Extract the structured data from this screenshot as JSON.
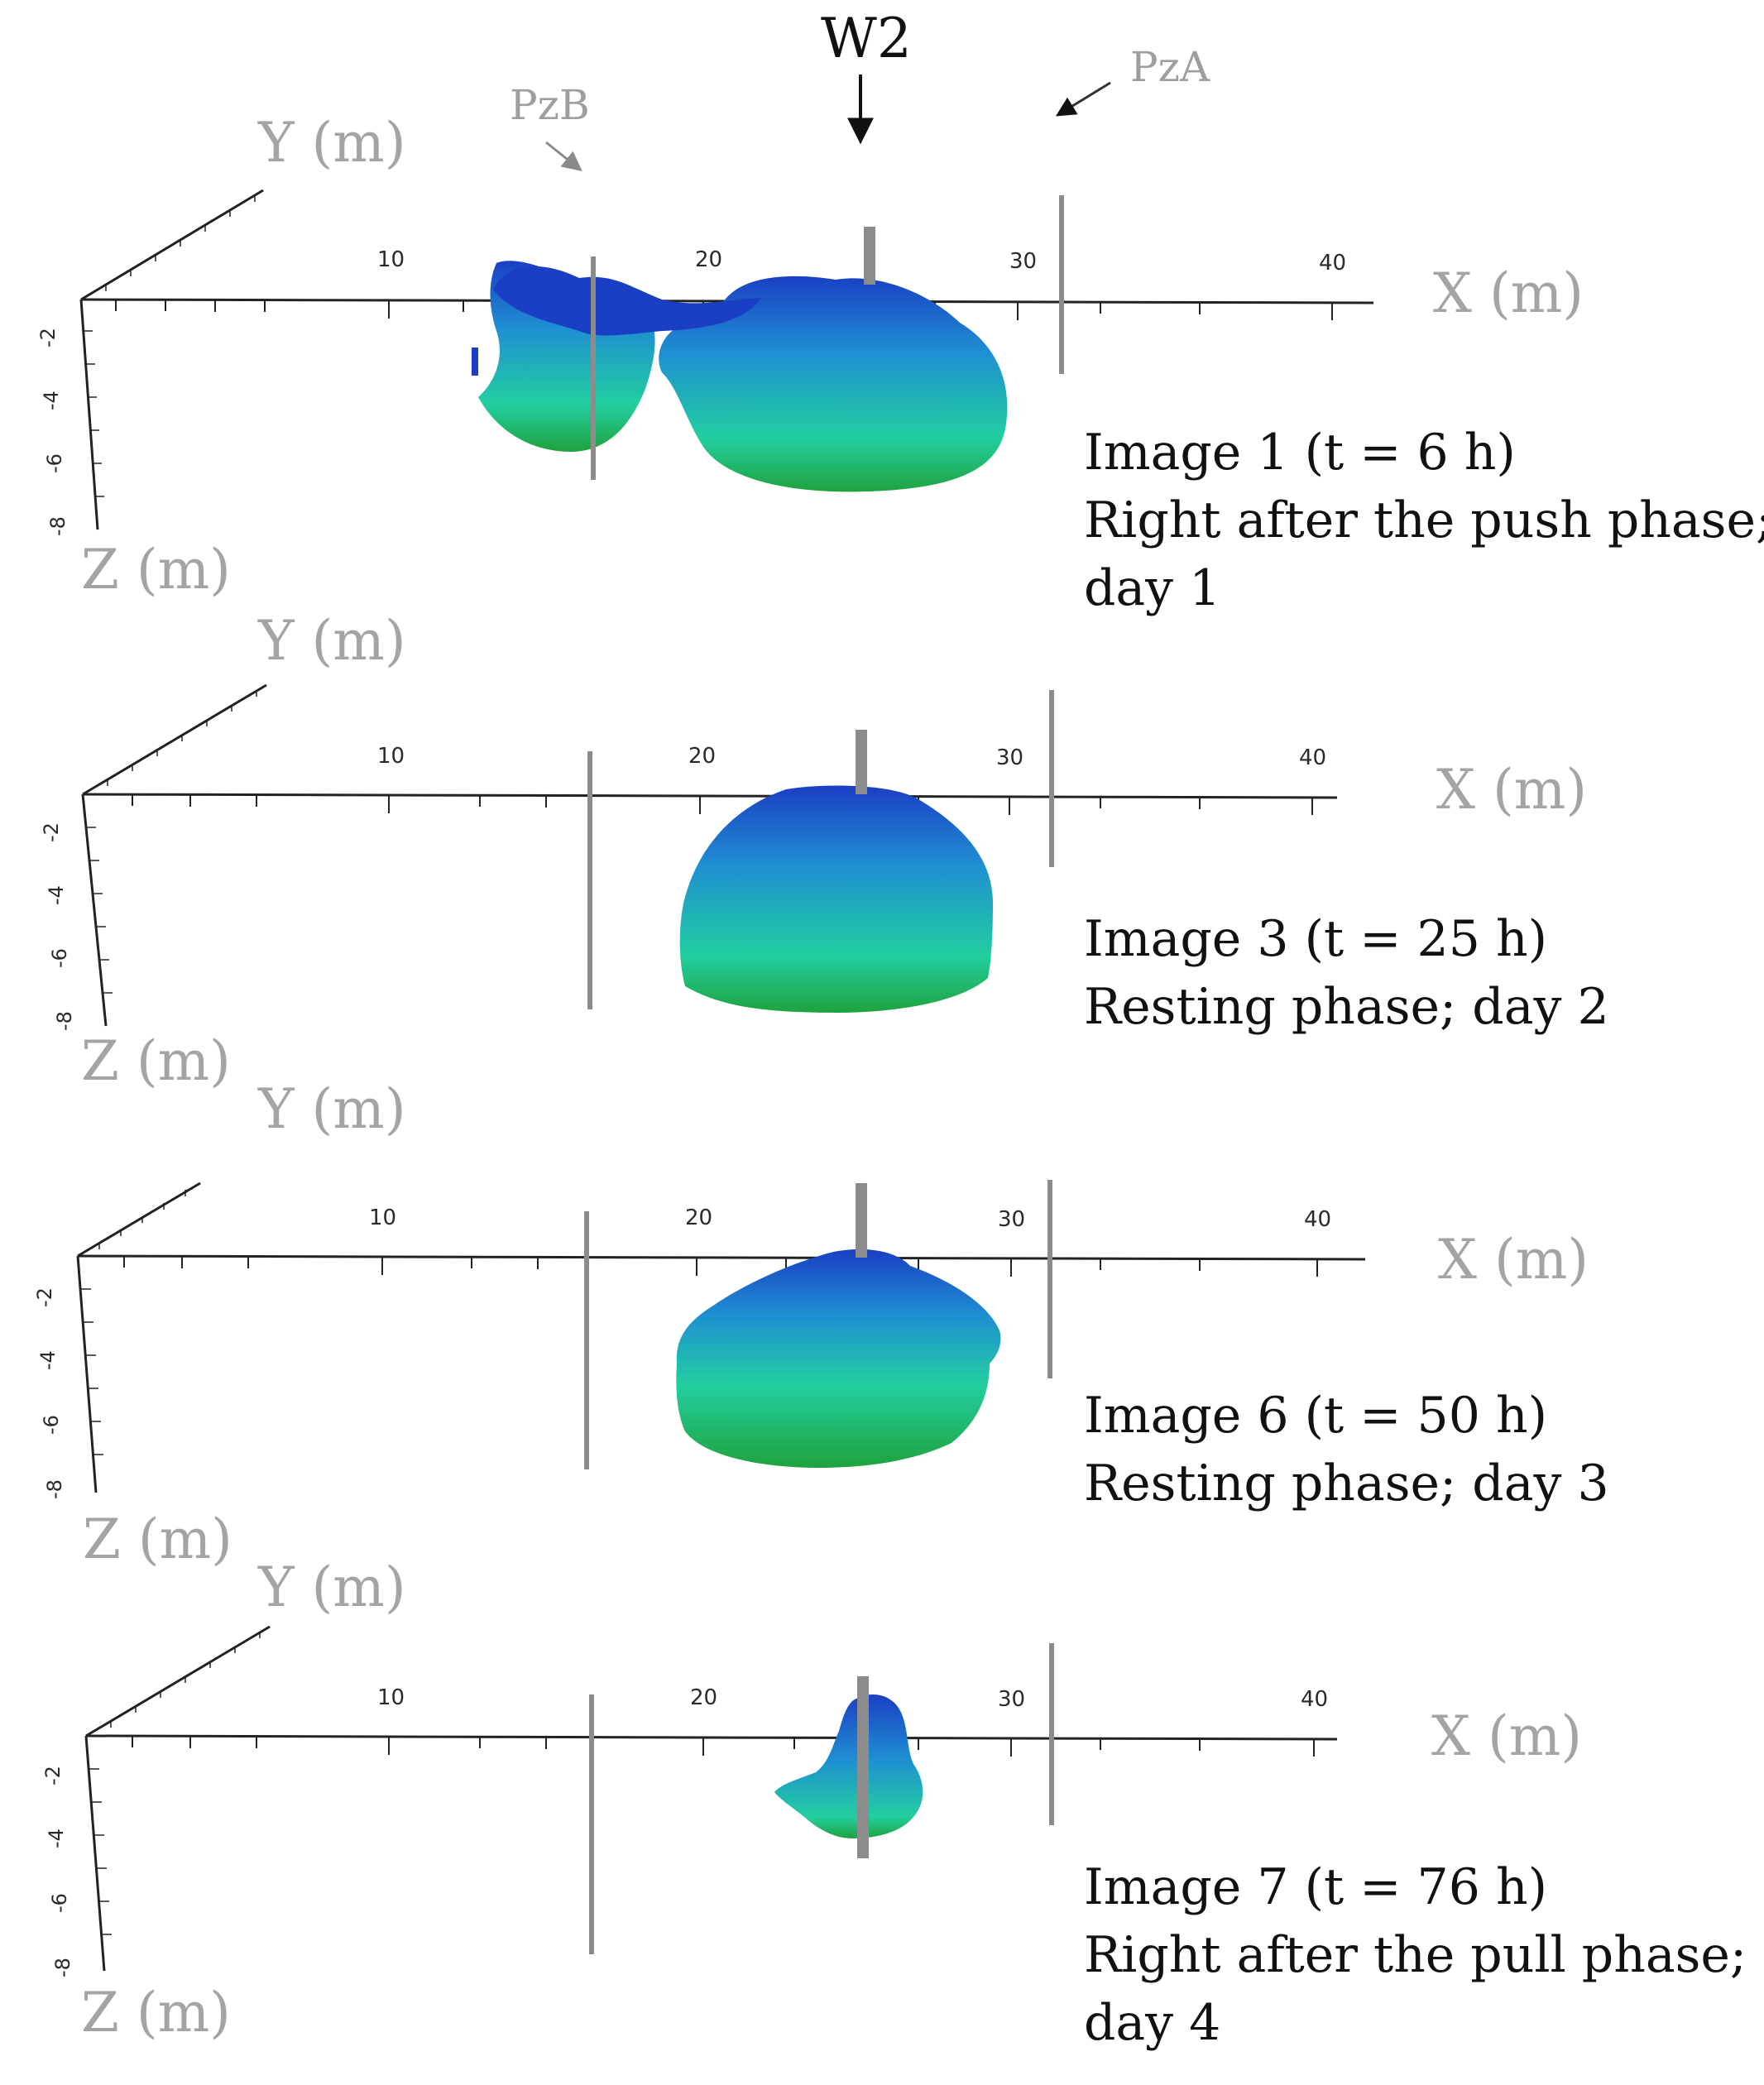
{
  "markers": {
    "well": "W2",
    "piezometer_b": "PzB",
    "piezometer_a": "PzA"
  },
  "axes": {
    "x_label": "X (m)",
    "y_label": "Y (m)",
    "z_label": "Z (m)",
    "x_ticks": [
      "10",
      "20",
      "30",
      "40"
    ],
    "z_ticks": [
      "-2",
      "-4",
      "-6",
      "-8"
    ]
  },
  "panels": [
    {
      "image": "Image 1 (t = 6 h)",
      "caption_lines": [
        "Image 1 (t = 6 h)",
        "Right after the push phase;",
        "day 1"
      ]
    },
    {
      "image": "Image 3 (t = 25 h)",
      "caption_lines": [
        "Image 3 (t = 25 h)",
        "Resting phase; day 2"
      ]
    },
    {
      "image": "Image 6 (t = 50 h)",
      "caption_lines": [
        "Image 6 (t = 50 h)",
        "Resting phase; day 3"
      ]
    },
    {
      "image": "Image 7 (t = 76 h)",
      "caption_lines": [
        "Image 7 (t = 76 h)",
        "Right after the pull phase;",
        "day 4"
      ]
    }
  ],
  "colors": {
    "plume_top": "#1b3fc4",
    "plume_mid": "#1e8fd2",
    "plume_low": "#22cfa0",
    "plume_bottom": "#1fa23e",
    "axis_label_gray": "#a4a4a4",
    "well_gray": "#8c8c8c"
  }
}
